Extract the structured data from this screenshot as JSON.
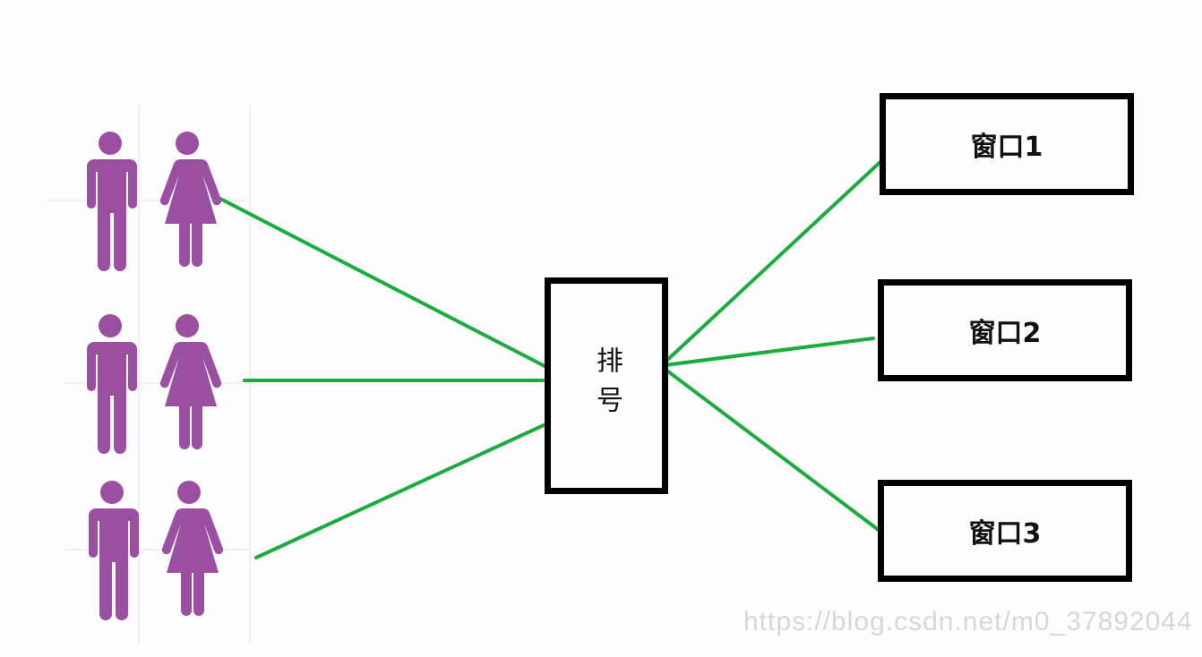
{
  "diagram": {
    "queue_box": {
      "label": "排号"
    },
    "windows": [
      {
        "label": "窗口1"
      },
      {
        "label": "窗口2"
      },
      {
        "label": "窗口3"
      }
    ],
    "people_rows": [
      {
        "figures": [
          "man-icon",
          "woman-icon"
        ]
      },
      {
        "figures": [
          "man-icon",
          "woman-icon"
        ]
      },
      {
        "figures": [
          "man-icon",
          "woman-icon"
        ]
      }
    ],
    "colors": {
      "figure": "#9b4fa0",
      "connector": "#1aac3c",
      "border": "#000000"
    }
  },
  "watermark": "https://blog.csdn.net/m0_37892044"
}
